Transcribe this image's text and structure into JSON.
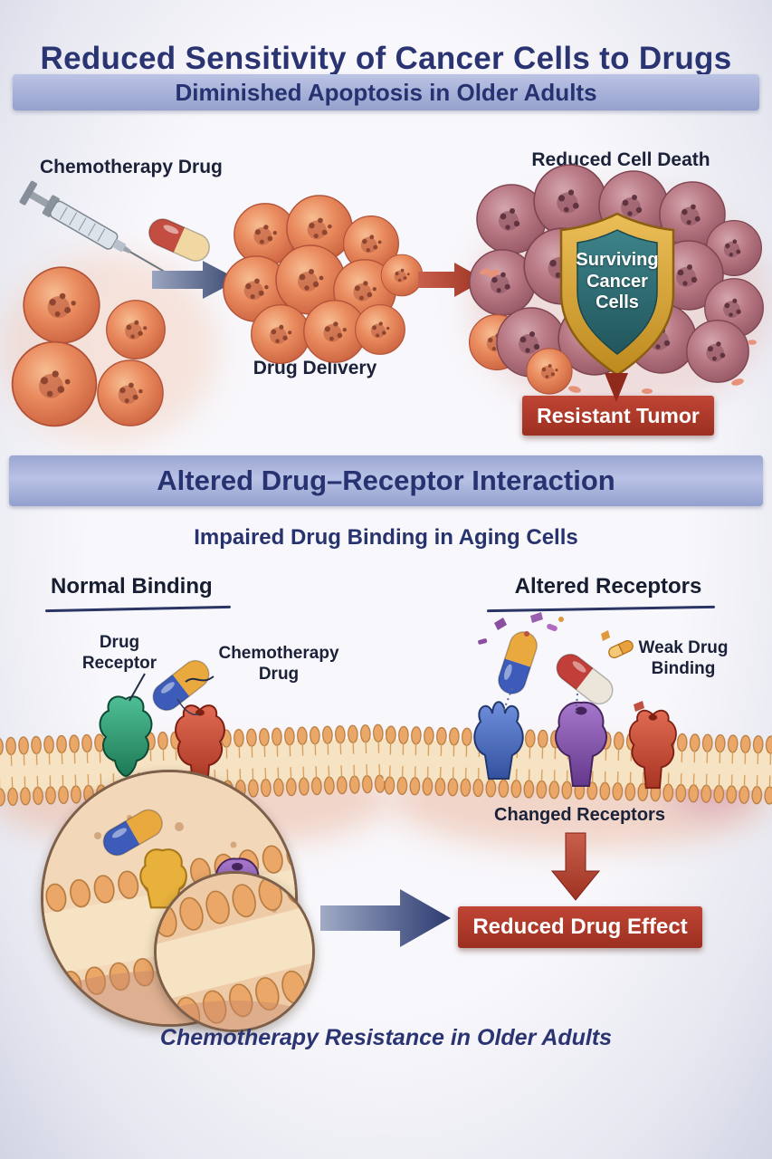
{
  "page_title": "Reduced Sensitivity of Cancer Cells to Drugs",
  "section1": {
    "banner": "Diminished Apoptosis in Older Adults",
    "chemotherapy_drug_label": "Chemotherapy Drug",
    "drug_delivery_label": "Drug Delivery",
    "reduced_cell_death_label": "Reduced Cell Death",
    "shield": {
      "line1": "Surviving",
      "line2": "Cancer",
      "line3": "Cells"
    },
    "resistant_tumor_label": "Resistant Tumor"
  },
  "section2": {
    "banner": "Altered Drug–Receptor Interaction",
    "subtitle": "Impaired Drug Binding in Aging Cells",
    "normal_binding_header": "Normal Binding",
    "altered_receptors_header": "Altered Receptors",
    "drug_receptor_label": "Drug Receptor",
    "chemotherapy_drug_label": "Chemotherapy Drug",
    "weak_drug_binding_label": "Weak Drug Binding",
    "changed_receptors_label": "Changed Receptors",
    "reduced_drug_effect_label": "Reduced Drug Effect"
  },
  "footer_caption": "Chemotherapy Resistance in Older Adults",
  "colors": {
    "title_navy": "#2b3472",
    "banner_blue": "#a6b0d8",
    "alert_red": "#b03527",
    "shield_gold": "#d7a437",
    "shield_teal": "#2c6b72",
    "cell_orange": "#e98a5e",
    "cell_mauve": "#b87884",
    "membrane_tan": "#eaa768"
  }
}
